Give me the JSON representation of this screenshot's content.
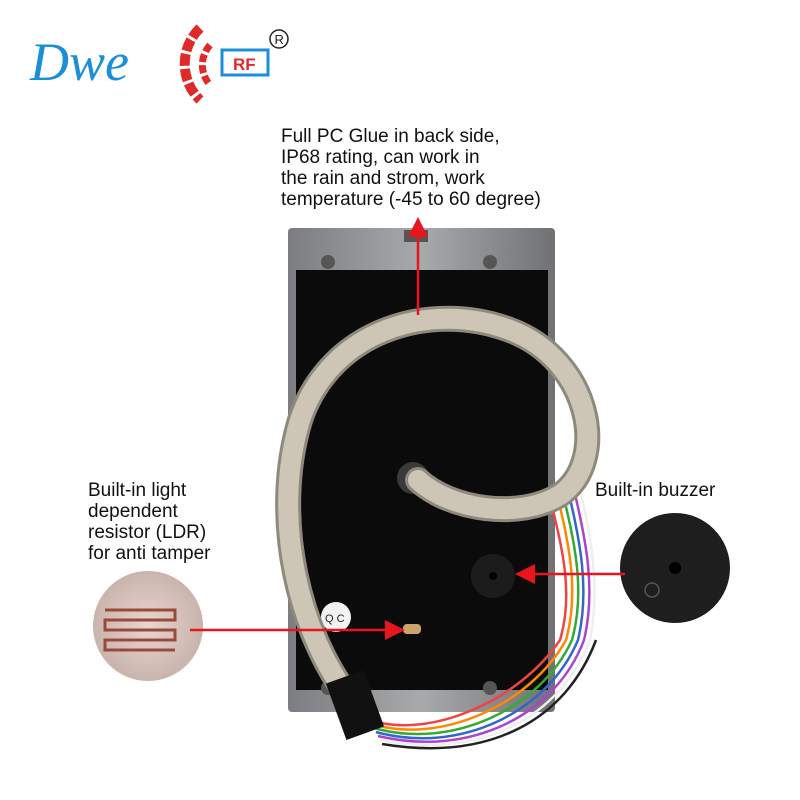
{
  "logo": {
    "brand_text": "Dwe",
    "badge_text": "RF",
    "registered_mark": "®"
  },
  "colors": {
    "brand_blue": "#1a8fd8",
    "brand_red": "#e02a2a",
    "arrow_red": "#e8141e",
    "cable": "#c9c2b2"
  },
  "annotations": {
    "top": {
      "lines": [
        "Full PC Glue in back side,",
        "IP68 rating, can work in",
        "the rain and strom, work",
        "temperature (-45 to 60 degree)"
      ]
    },
    "left": {
      "lines": [
        "Built-in light",
        "dependent",
        "resistor (LDR)",
        "for anti tamper"
      ]
    },
    "right": {
      "lines": [
        "Built-in buzzer"
      ]
    }
  },
  "sticker": {
    "text": "Q C"
  }
}
